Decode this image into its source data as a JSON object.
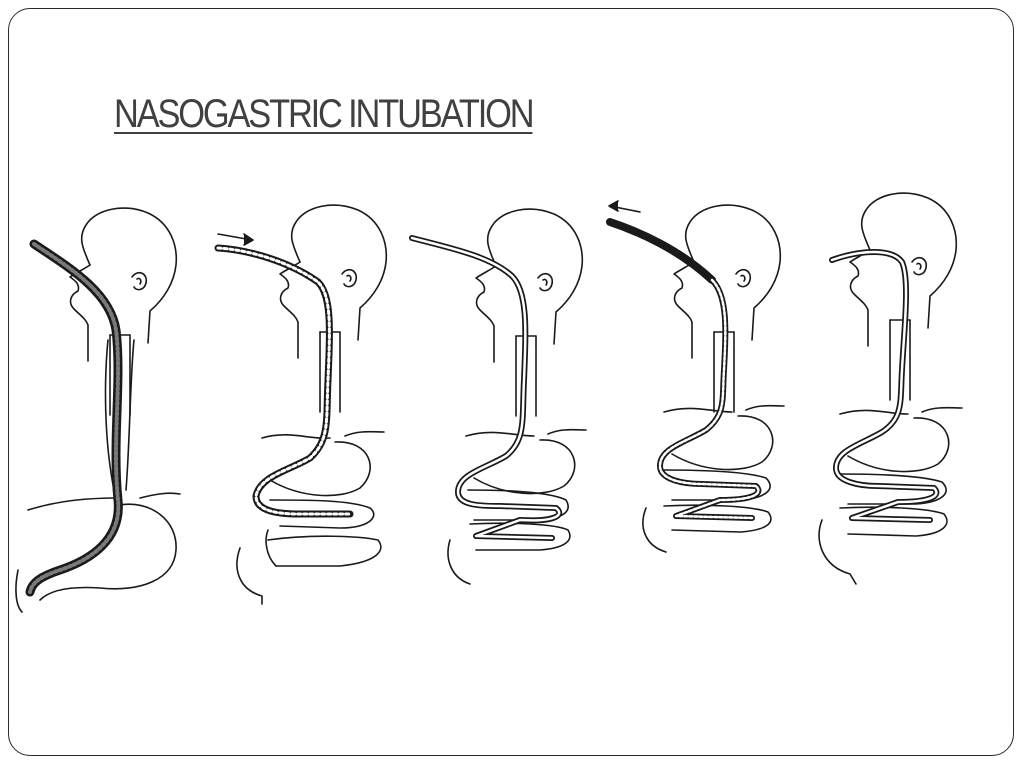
{
  "slide": {
    "title": "NASOGASTRIC INTUBATION"
  },
  "figure": {
    "icon": "nasogastric-intubation-illustration",
    "panels": 5,
    "stroke_color": "#1a1a1a"
  }
}
